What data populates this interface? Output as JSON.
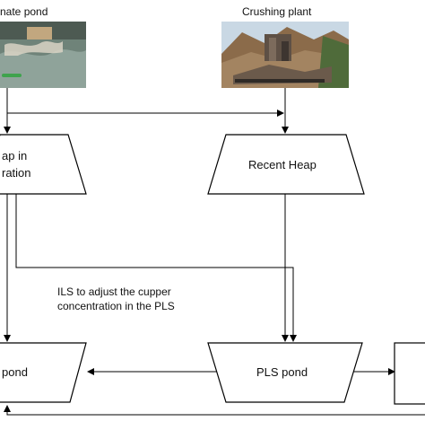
{
  "photos": {
    "raffinate_pond": {
      "caption": "nate pond"
    },
    "crushing_plant": {
      "caption": "Crushing plant"
    }
  },
  "nodes": {
    "heap_left": {
      "line1": "ap in",
      "line2": "ration"
    },
    "recent_heap": {
      "label": "Recent Heap"
    },
    "left_pond": {
      "label": "pond"
    },
    "pls_pond": {
      "label": "PLS pond"
    }
  },
  "annotations": {
    "ils_note_line1": "ILS to adjust the cupper",
    "ils_note_line2": "concentration in the PLS"
  },
  "colors": {
    "stroke": "#000000",
    "water": "#7a8f86",
    "foam": "#d9d4c4",
    "rock": "#8b6b4a",
    "sky": "#c9d8e4",
    "vegetation": "#4f6b3a"
  }
}
